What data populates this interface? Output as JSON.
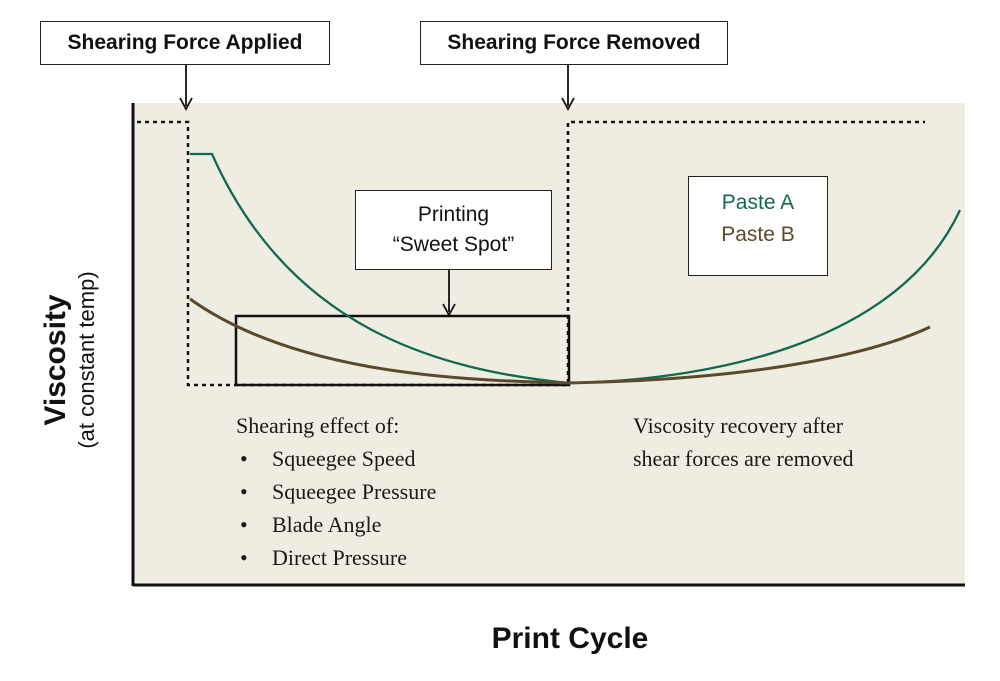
{
  "callouts": {
    "applied": "Shearing Force Applied",
    "removed": "Shearing Force Removed"
  },
  "sweet_spot": {
    "line1": "Printing",
    "line2": "“Sweet Spot”"
  },
  "legend": {
    "paste_a": "Paste A",
    "paste_b": "Paste B"
  },
  "colors": {
    "paste_a": "#0f6a4f",
    "paste_b": "#5a4a2a",
    "plot_bg": "#efece2"
  },
  "shearing": {
    "heading": "Shearing effect of:",
    "items": [
      "Squeegee Speed",
      "Squeegee Pressure",
      "Blade Angle",
      "Direct Pressure"
    ]
  },
  "recovery": {
    "line1": "Viscosity recovery after",
    "line2": "shear forces are removed"
  },
  "axes": {
    "ylabel": "Viscosity",
    "ylabel_sub": "(at constant temp)",
    "xlabel": "Print Cycle"
  }
}
